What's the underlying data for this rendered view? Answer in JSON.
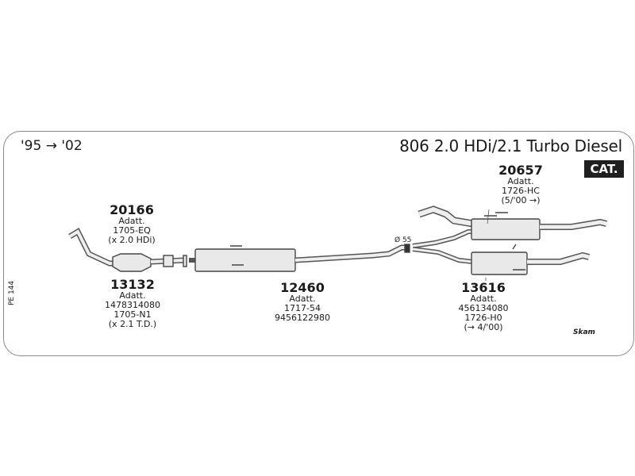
{
  "header": {
    "years": "'95 → '02",
    "model": "806 2.0 HDi/2.1 Turbo Diesel",
    "cat_badge": "CAT."
  },
  "side_code": "PE 144",
  "brand": "Skam",
  "diameter_label": "Ø 55",
  "parts": {
    "p20166": {
      "number": "20166",
      "lines": [
        "Adatt.",
        "1705-EQ",
        "(x 2.0 HDi)"
      ]
    },
    "p13132": {
      "number": "13132",
      "lines": [
        "Adatt.",
        "1478314080",
        "1705-N1",
        "(x 2.1 T.D.)"
      ]
    },
    "p12460": {
      "number": "12460",
      "lines": [
        "Adatt.",
        "1717-54",
        "9456122980"
      ]
    },
    "p20657": {
      "number": "20657",
      "lines": [
        "Adatt.",
        "1726-HC",
        "(5/'00 →)"
      ]
    },
    "p13616": {
      "number": "13616",
      "lines": [
        "Adatt.",
        "456134080",
        "1726-H0",
        "(→ 4/'00)"
      ]
    }
  },
  "colors": {
    "stroke": "#444444",
    "part_fill": "#e9e9e9",
    "badge": "#1f1f1f"
  }
}
